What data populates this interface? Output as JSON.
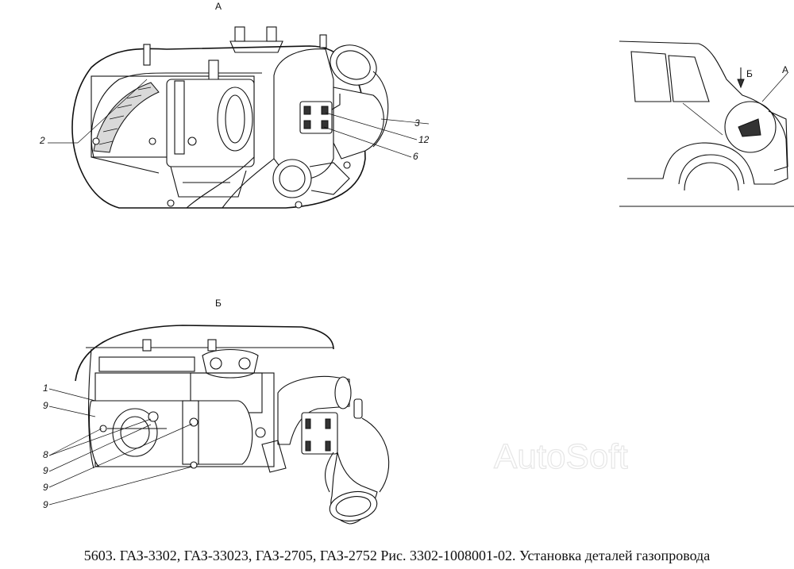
{
  "views": {
    "a_label": "А",
    "b_label": "Б"
  },
  "vehicle": {
    "arrow_label": "Б",
    "view_label": "А"
  },
  "callouts_a": [
    "2",
    "3",
    "12",
    "6"
  ],
  "callouts_b": [
    "1",
    "9",
    "8",
    "9",
    "9",
    "9"
  ],
  "watermark": "AutoSoft",
  "caption": "5603. ГАЗ-3302, ГАЗ-33023, ГАЗ-2705, ГАЗ-2752 Рис. 3302-1008001-02. Установка деталей газопровода"
}
